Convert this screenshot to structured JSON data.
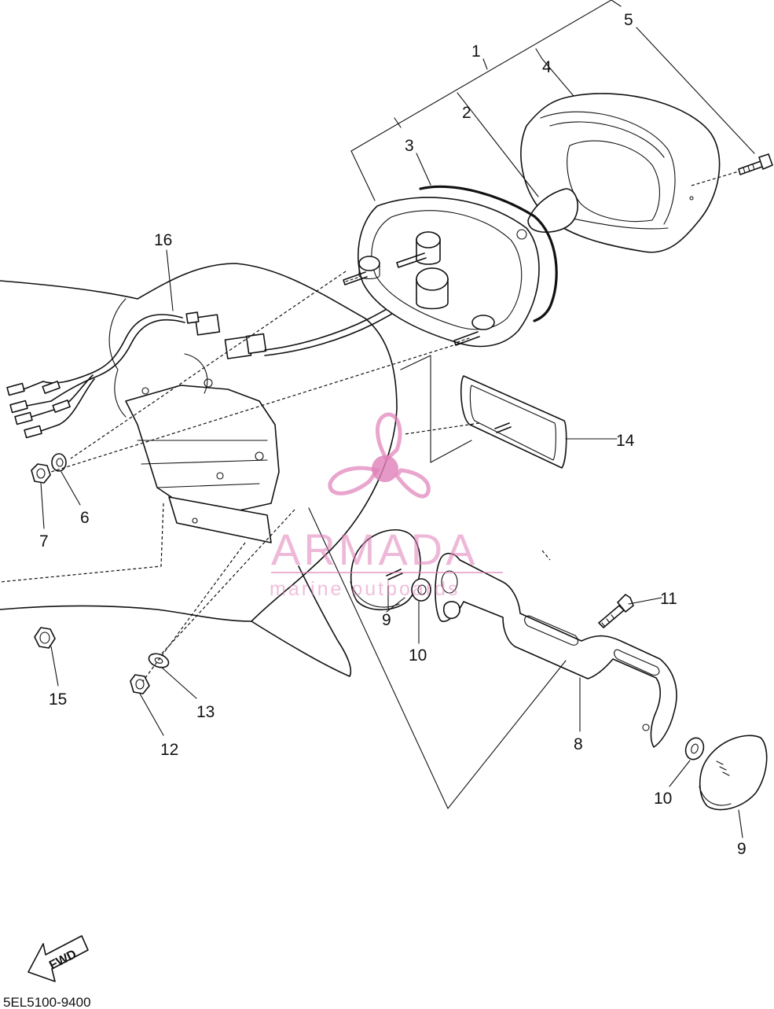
{
  "diagram": {
    "code": "5EL5100-9400",
    "callouts": [
      "1",
      "2",
      "3",
      "4",
      "5",
      "6",
      "7",
      "8",
      "9",
      "9",
      "10",
      "10",
      "11",
      "12",
      "13",
      "14",
      "15",
      "16"
    ],
    "fwd_label": "FWD"
  },
  "watermark": {
    "brand": "ARMADA",
    "tagline": "marine outboards",
    "color": "#e07fb8"
  }
}
